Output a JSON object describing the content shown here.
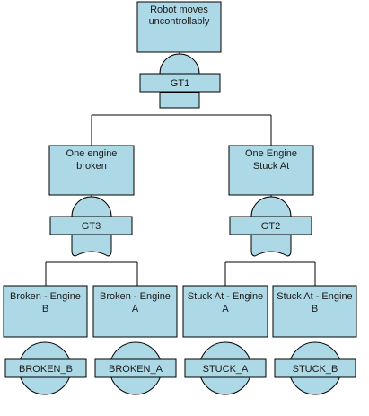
{
  "colors": {
    "fill": "#add8e6",
    "stroke": "#000000",
    "background": "#ffffff"
  },
  "events": {
    "top": {
      "line1": "Robot moves",
      "line2": "uncontrollably"
    },
    "left": {
      "line1": "One engine",
      "line2": "broken"
    },
    "right": {
      "line1": "One Engine",
      "line2": "Stuck At"
    },
    "broken_b": {
      "line1": "Broken - Engine",
      "line2": "B"
    },
    "broken_a": {
      "line1": "Broken - Engine",
      "line2": "A"
    },
    "stuck_a": {
      "line1": "Stuck At - Engine",
      "line2": "A"
    },
    "stuck_b": {
      "line1": "Stuck At - Engine",
      "line2": "B"
    }
  },
  "gates": {
    "gt1": {
      "label": "GT1",
      "type": "or"
    },
    "gt3": {
      "label": "GT3",
      "type": "and"
    },
    "gt2": {
      "label": "GT2",
      "type": "and"
    }
  },
  "basic_events": {
    "broken_b": {
      "label": "BROKEN_B",
      "type": "basic"
    },
    "broken_a": {
      "label": "BROKEN_A",
      "type": "basic"
    },
    "stuck_a": {
      "label": "STUCK_A",
      "type": "basic"
    },
    "stuck_b": {
      "label": "STUCK_B",
      "type": "basic"
    }
  }
}
